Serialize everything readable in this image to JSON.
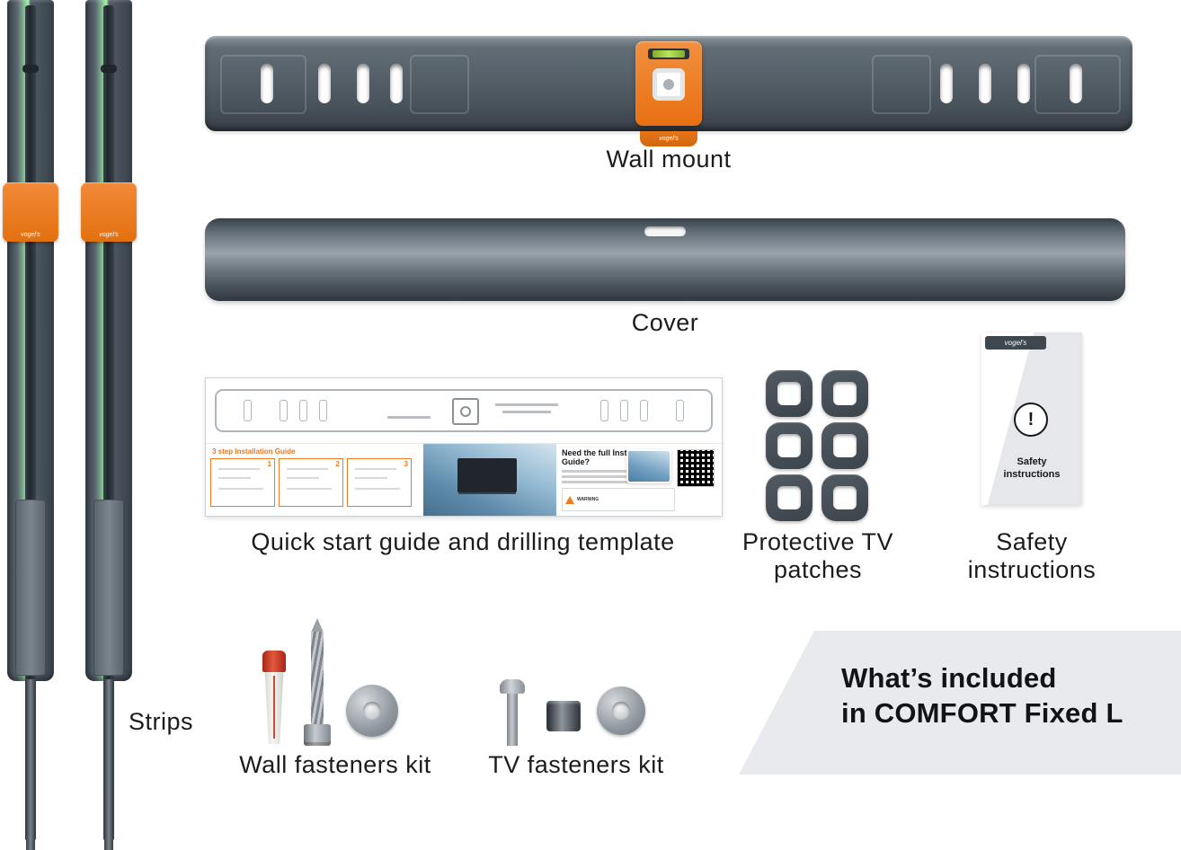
{
  "labels": {
    "strips": "Strips",
    "wall_mount": "Wall mount",
    "cover": "Cover",
    "quick_start": "Quick start guide and drilling template",
    "patches_line1": "Protective TV",
    "patches_line2": "patches",
    "safety_line1": "Safety",
    "safety_line2": "instructions",
    "wall_fasteners": "Wall fasteners kit",
    "tv_fasteners": "TV fasteners kit"
  },
  "included_panel": {
    "line1": "What’s included",
    "line2": "in COMFORT Fixed L"
  },
  "brand": {
    "name": "vogel's"
  },
  "guide": {
    "heading": "3 step Installation Guide",
    "steps": [
      "1",
      "2",
      "3"
    ],
    "need_title": "Need the full Installation Guide?",
    "warning": "WARNING"
  },
  "safety_doc": {
    "mark": "!",
    "line1": "Safety",
    "line2": "instructions"
  },
  "colors": {
    "orange": "#EF7C22",
    "dark_gray": "#4A545E",
    "patch_gray": "#454D55",
    "panel_gray": "#E8EAED",
    "plug_red": "#D63A2A"
  }
}
